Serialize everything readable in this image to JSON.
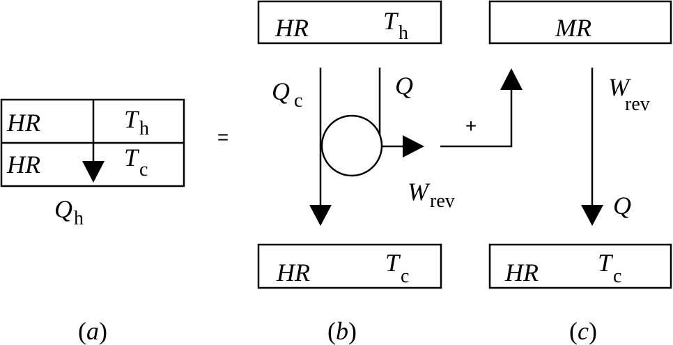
{
  "panel_a": {
    "top_box": {
      "left": "HR",
      "temp_symbol": "T",
      "temp_sub": "h"
    },
    "bottom_box": {
      "left": "HR",
      "temp_symbol": "T",
      "temp_sub": "c"
    },
    "heat_symbol": "Q",
    "heat_sub": "h",
    "caption": {
      "open": "(",
      "letter": "a",
      "close": ")"
    }
  },
  "equals": "=",
  "panel_b": {
    "top_box": {
      "left": "HR",
      "temp_symbol": "T",
      "temp_sub": "h"
    },
    "bottom_box": {
      "left": "HR",
      "temp_symbol": "T",
      "temp_sub": "c"
    },
    "heat_in_left_symbol": "Q",
    "heat_in_left_sub": "c",
    "heat_in_right": "Q",
    "work_symbol": "W",
    "work_sub": "rev",
    "caption": {
      "open": "(",
      "letter": "b",
      "close": ")"
    }
  },
  "plus": "+",
  "panel_c": {
    "top_box": {
      "label": "MR"
    },
    "bottom_box": {
      "left": "HR",
      "temp_symbol": "T",
      "temp_sub": "c"
    },
    "work_symbol": "W",
    "work_sub": "rev",
    "heat_out": "Q",
    "caption": {
      "open": "(",
      "letter": "c",
      "close": ")"
    }
  }
}
